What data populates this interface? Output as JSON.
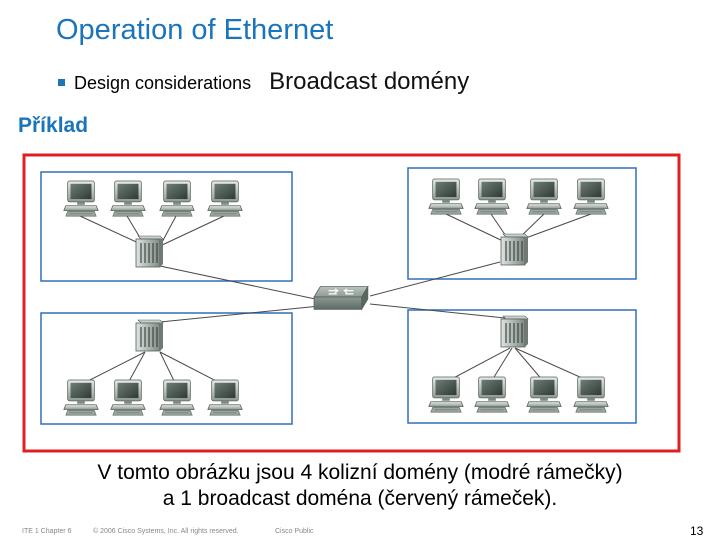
{
  "slide": {
    "title": "Operation of Ethernet",
    "subtitle": "Design considerations",
    "topic": "Broadcast domény",
    "example_label": "Příklad",
    "caption_line1": "V tomto obrázku jsou 4 kolizní domény (modré rámečky)",
    "caption_line2": "a 1 broadcast doména (červený rámeček).",
    "footer_left": "ITE 1 Chapter 6",
    "footer_copyright": "© 2006 Cisco Systems, Inc. All rights reserved.",
    "footer_public": "Cisco Public",
    "page_number": "13"
  },
  "diagram": {
    "broadcast_domain_color": "#e02020",
    "collision_domain_color": "#2f6fc0",
    "collision_domains": 4,
    "broadcast_domains": 1,
    "hosts_per_hub": 4,
    "icons": [
      "switch-icon",
      "hub-icon",
      "workstation-icon"
    ]
  }
}
